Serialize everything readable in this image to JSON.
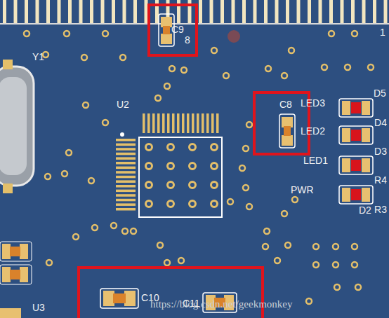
{
  "diagram": {
    "nodes": [
      {
        "text": [
          "C9"
        ]
      },
      {
        "text": [
          "C8"
        ]
      },
      {
        "text": [
          "C10",
          "C11"
        ]
      }
    ],
    "labels": [
      "8",
      "Y1",
      "U2",
      "LED3",
      "D5",
      "LED2",
      "D4",
      "LED1",
      "D3",
      "PWR",
      "R4",
      "D2",
      "R3",
      "U3",
      "1",
      "https://blog.csdn.net/geekmonkey"
    ]
  }
}
